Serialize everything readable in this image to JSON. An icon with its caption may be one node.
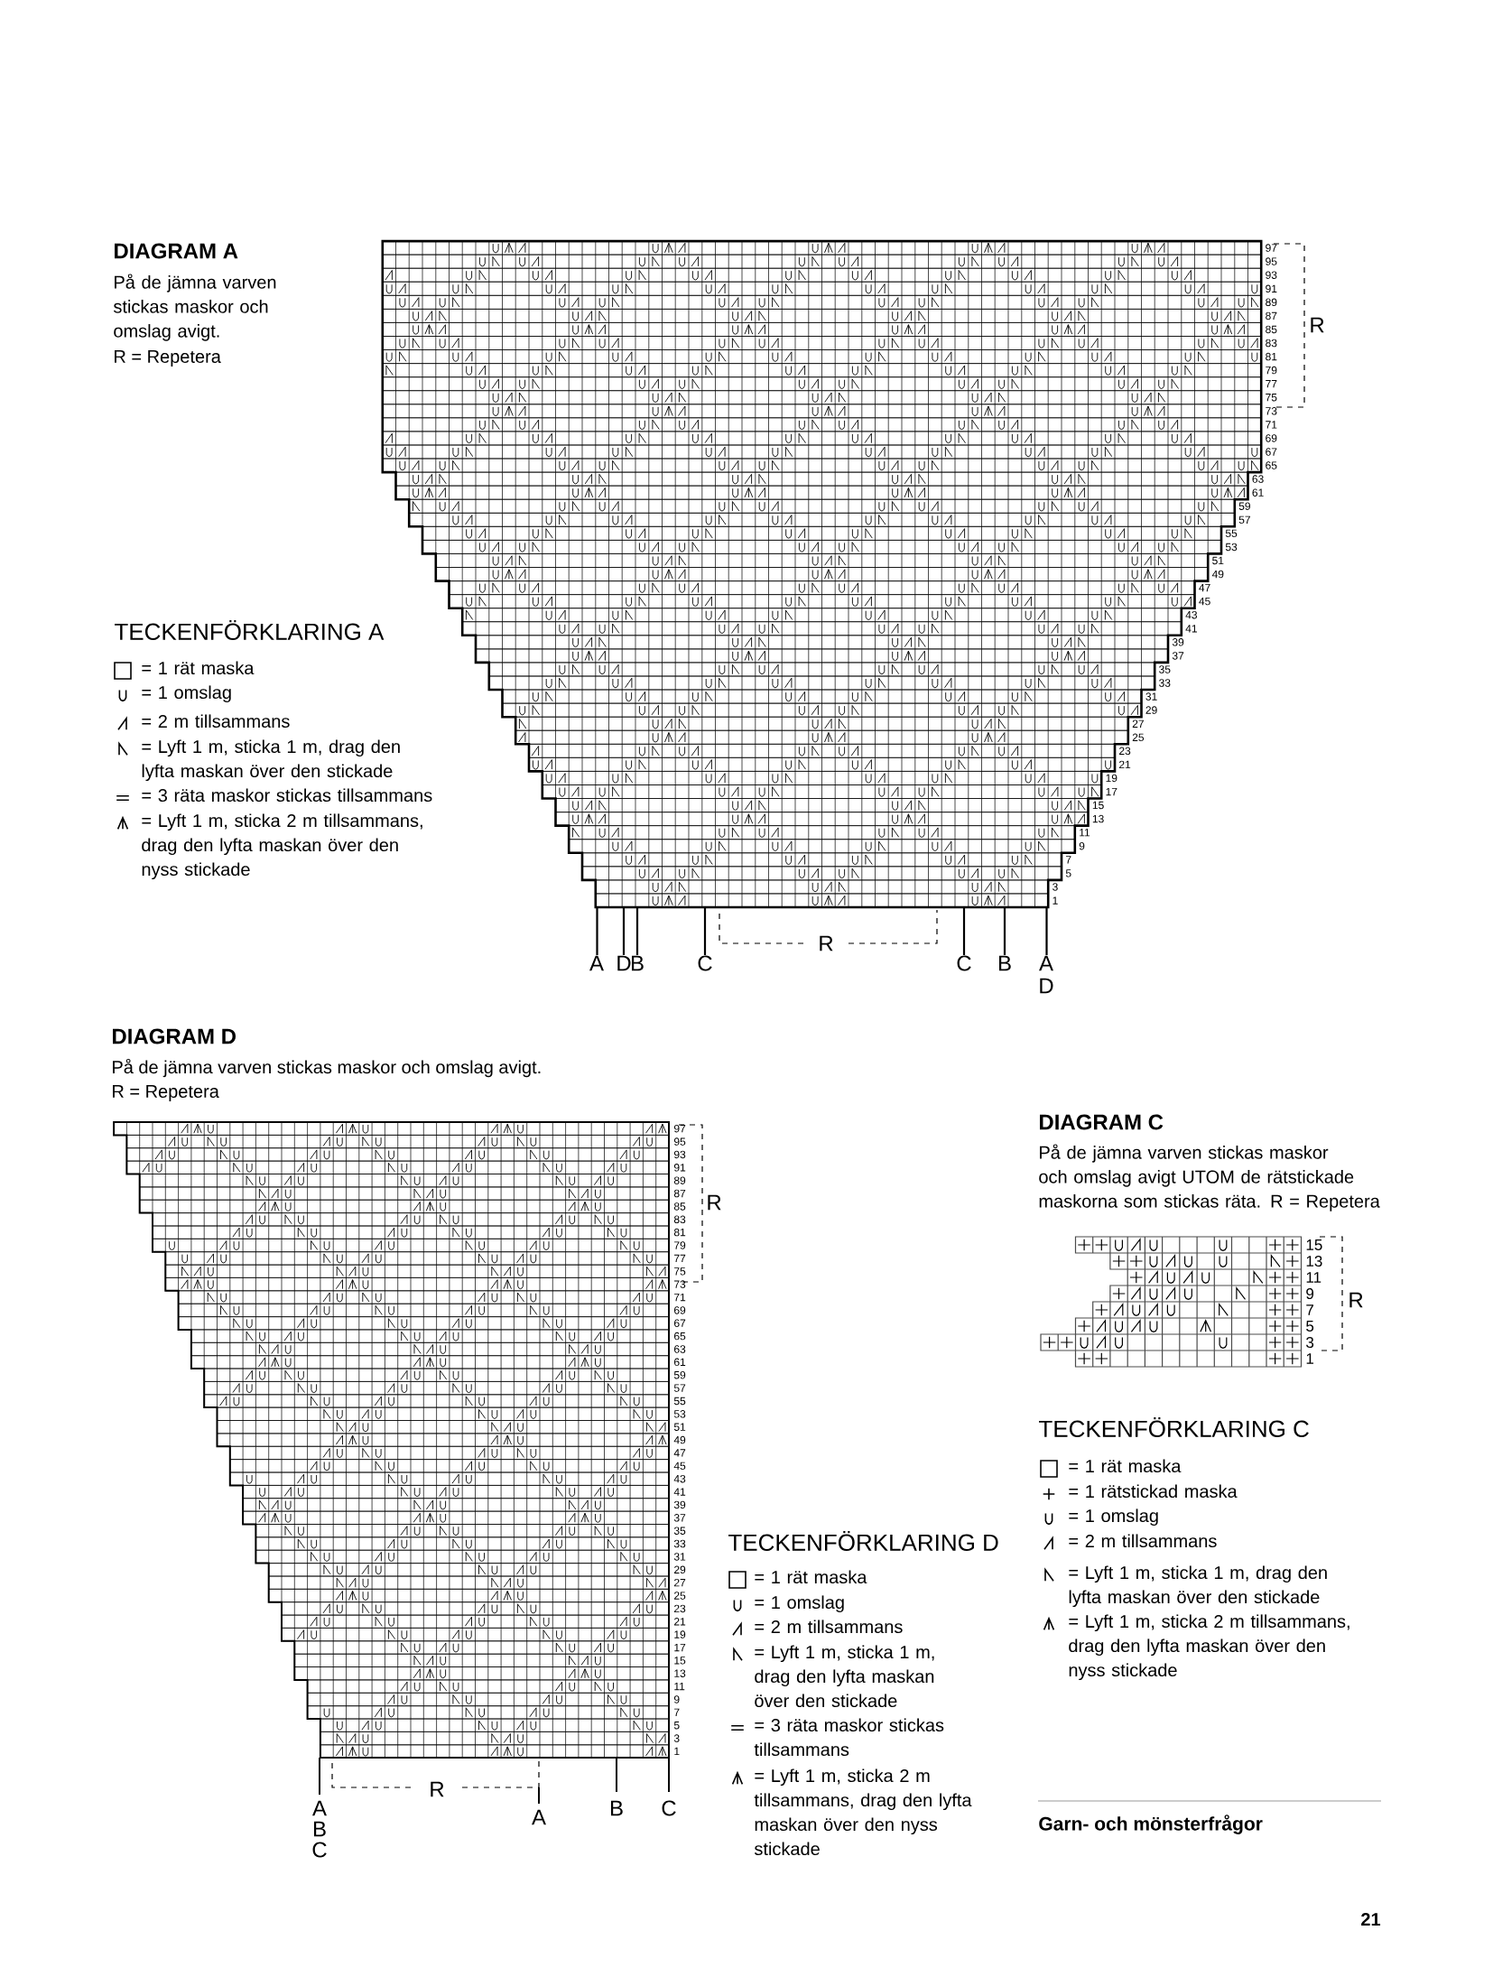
{
  "diagram": {
    "labels": [
      "DIAGRAM A",
      "På de jämna varven stickas maskor och omslag avigt.",
      "R = Repetera",
      "97",
      "95",
      "93",
      "91",
      "89",
      "87",
      "85",
      "83",
      "81",
      "79",
      "77",
      "75",
      "73",
      "71",
      "69",
      "67",
      "65",
      "63",
      "61",
      "59",
      "57",
      "55",
      "53",
      "51",
      "49",
      "47",
      "45",
      "43",
      "41",
      "39",
      "37",
      "35",
      "33",
      "31",
      "29",
      "27",
      "25",
      "23",
      "21",
      "19",
      "17",
      "15",
      "13",
      "11",
      "9",
      "7",
      "5",
      "3",
      "1",
      "R",
      "R",
      "A",
      "D",
      "B",
      "C",
      "C",
      "B",
      "A",
      "D",
      "TECKENFÖRKLARING A",
      "DIAGRAM D",
      "På de jämna varven stickas maskor och omslag avigt.",
      "R = Repetera",
      "97",
      "95",
      "93",
      "91",
      "89",
      "87",
      "85",
      "83",
      "81",
      "79",
      "77",
      "75",
      "73",
      "71",
      "69",
      "67",
      "65",
      "63",
      "61",
      "59",
      "57",
      "55",
      "53",
      "51",
      "49",
      "47",
      "45",
      "43",
      "41",
      "39",
      "37",
      "35",
      "33",
      "31",
      "29",
      "27",
      "25",
      "23",
      "21",
      "19",
      "17",
      "15",
      "13",
      "11",
      "9",
      "7",
      "5",
      "3",
      "1",
      "R",
      "R",
      "A",
      "B",
      "C",
      "A",
      "B",
      "C",
      "DIAGRAM C",
      "På de jämna varven stickas maskor och omslag avigt UTOM de rätstickade maskorna som stickas räta. R = Repetera",
      "15",
      "13",
      "11",
      "9",
      "7",
      "5",
      "3",
      "1",
      "R",
      "TECKENFÖRKLARING C",
      "TECKENFÖRKLARING D",
      "Garn- och mönsterfrågor",
      "21"
    ],
    "legend": [
      {
        "text": "= 1 rät maska"
      },
      {
        "text": "= 1 omslag"
      },
      {
        "text": "= 2 m tillsammans"
      },
      {
        "text": "= Lyft 1 m, sticka 1 m, drag den lyfta maskan över den stickade"
      },
      {
        "text": "= 3 räta maskor stickas tillsammans"
      },
      {
        "text": "= Lyft 1 m, sticka 2 m tillsammans, drag den lyfta maskan över den nyss stickade"
      },
      {
        "text": "= 1 rät maska"
      },
      {
        "text": "= 1 rätstickad maska"
      },
      {
        "text": "= 1 omslag"
      },
      {
        "text": "= 2 m tillsammans"
      },
      {
        "text": "= Lyft 1 m, sticka 1 m, drag den lyfta maskan över den stickade"
      },
      {
        "text": "= Lyft 1 m, sticka 2 m tillsammans, drag den lyfta maskan över den nyss stickade"
      },
      {
        "text": "= 1 rät maska"
      },
      {
        "text": "= 1 omslag"
      },
      {
        "text": "= 2 m tillsammans"
      },
      {
        "text": "= Lyft 1 m, sticka 1 m, drag den lyfta maskan över den stickade"
      },
      {
        "text": "= 3 räta maskor stickas tillsammans"
      },
      {
        "text": "= Lyft 1 m, sticka 2 m tillsammans, drag den lyfta maskan över den nyss stickade"
      }
    ]
  }
}
